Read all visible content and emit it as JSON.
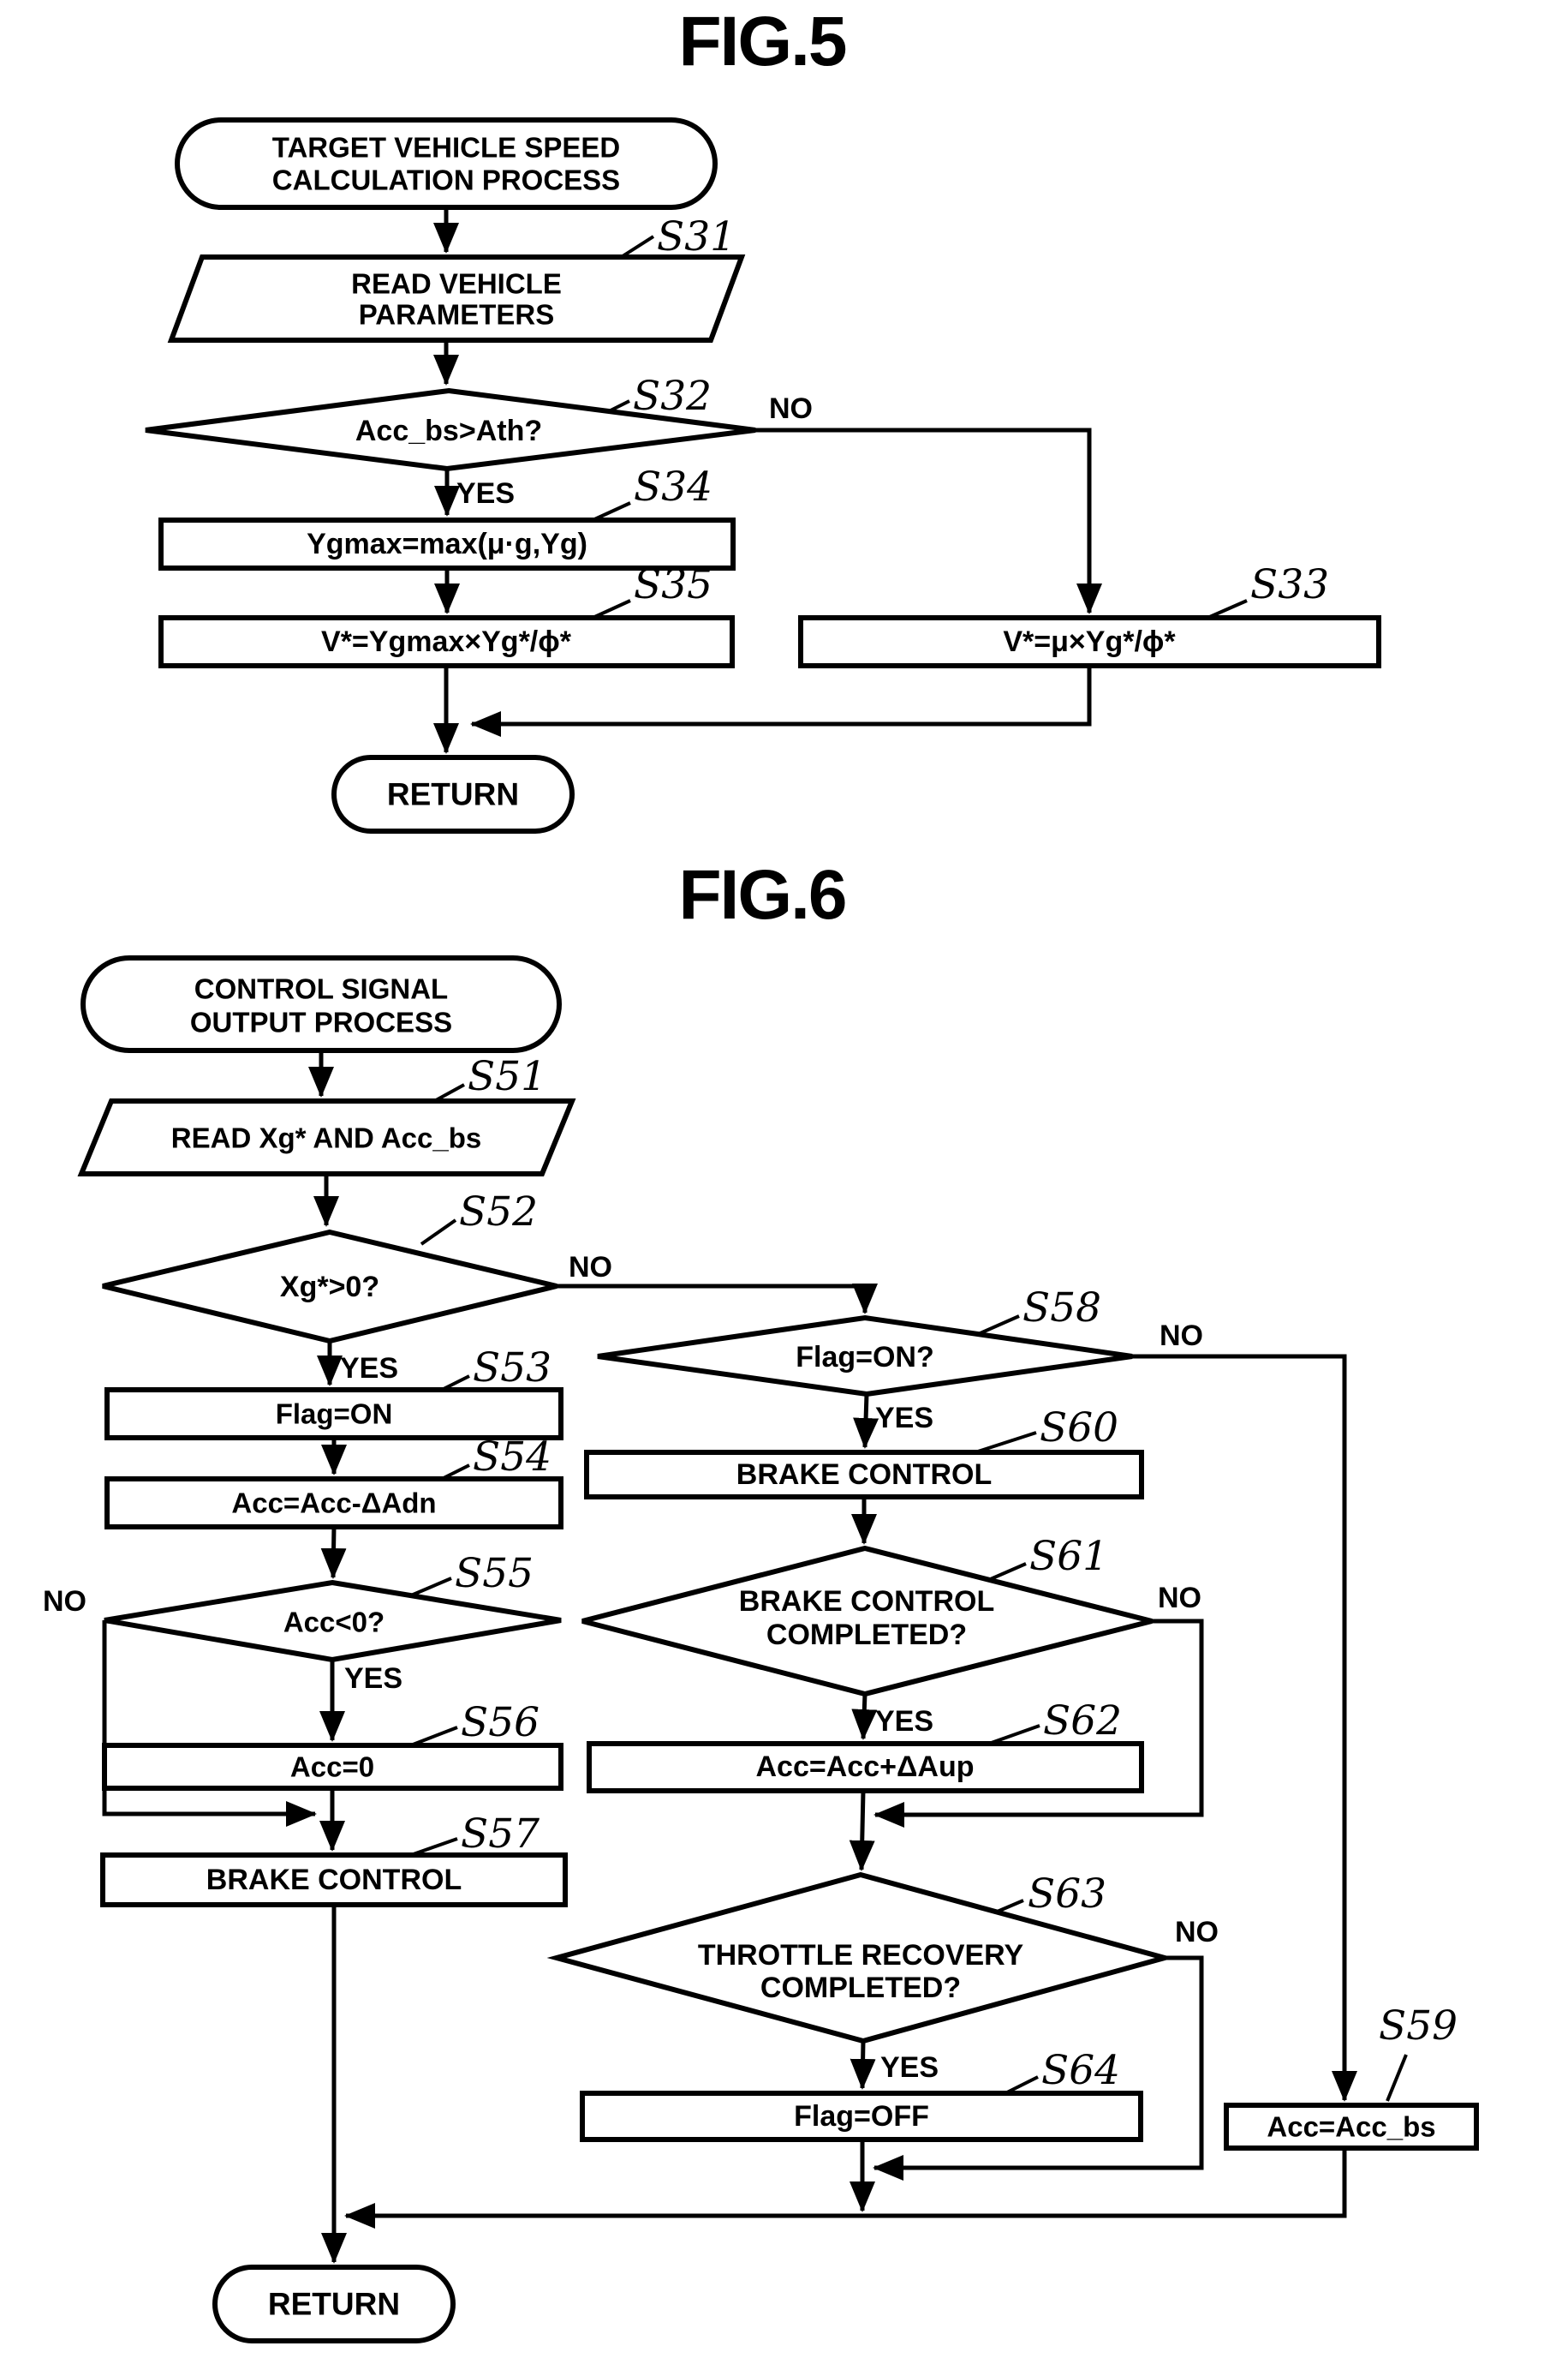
{
  "colors": {
    "ink": "#000000",
    "paper": "#ffffff"
  },
  "fig5": {
    "title": "FIG.5",
    "start_line1": "TARGET VEHICLE SPEED",
    "start_line2": "CALCULATION PROCESS",
    "s31_label": "S31",
    "s31_line1": "READ VEHICLE",
    "s31_line2": "PARAMETERS",
    "s32_label": "S32",
    "s32_text": "Acc_bs>Ath?",
    "s32_yes": "YES",
    "s32_no": "NO",
    "s34_label": "S34",
    "s34_text": "Ygmax=max(μ·g,Yg)",
    "s35_label": "S35",
    "s35_text": "V*=Ygmax×Yg*/ϕ*",
    "s33_label": "S33",
    "s33_text": "V*=μ×Yg*/ϕ*",
    "return_text": "RETURN"
  },
  "fig6": {
    "title": "FIG.6",
    "start_line1": "CONTROL SIGNAL",
    "start_line2": "OUTPUT PROCESS",
    "s51_label": "S51",
    "s51_text": "READ Xg* AND Acc_bs",
    "s52_label": "S52",
    "s52_text": "Xg*>0?",
    "s52_yes": "YES",
    "s52_no": "NO",
    "s53_label": "S53",
    "s53_text": "Flag=ON",
    "s54_label": "S54",
    "s54_text": "Acc=Acc-ΔAdn",
    "s55_label": "S55",
    "s55_text": "Acc<0?",
    "s55_yes": "YES",
    "s55_no": "NO",
    "s56_label": "S56",
    "s56_text": "Acc=0",
    "s57_label": "S57",
    "s57_text": "BRAKE CONTROL",
    "s58_label": "S58",
    "s58_text": "Flag=ON?",
    "s58_yes": "YES",
    "s58_no": "NO",
    "s60_label": "S60",
    "s60_text": "BRAKE CONTROL",
    "s61_label": "S61",
    "s61_line1": "BRAKE CONTROL",
    "s61_line2": "COMPLETED?",
    "s61_yes": "YES",
    "s61_no": "NO",
    "s62_label": "S62",
    "s62_text": "Acc=Acc+ΔAup",
    "s63_label": "S63",
    "s63_line1": "THROTTLE RECOVERY",
    "s63_line2": "COMPLETED?",
    "s63_yes": "YES",
    "s63_no": "NO",
    "s64_label": "S64",
    "s64_text": "Flag=OFF",
    "s59_label": "S59",
    "s59_text": "Acc=Acc_bs",
    "return_text": "RETURN"
  }
}
